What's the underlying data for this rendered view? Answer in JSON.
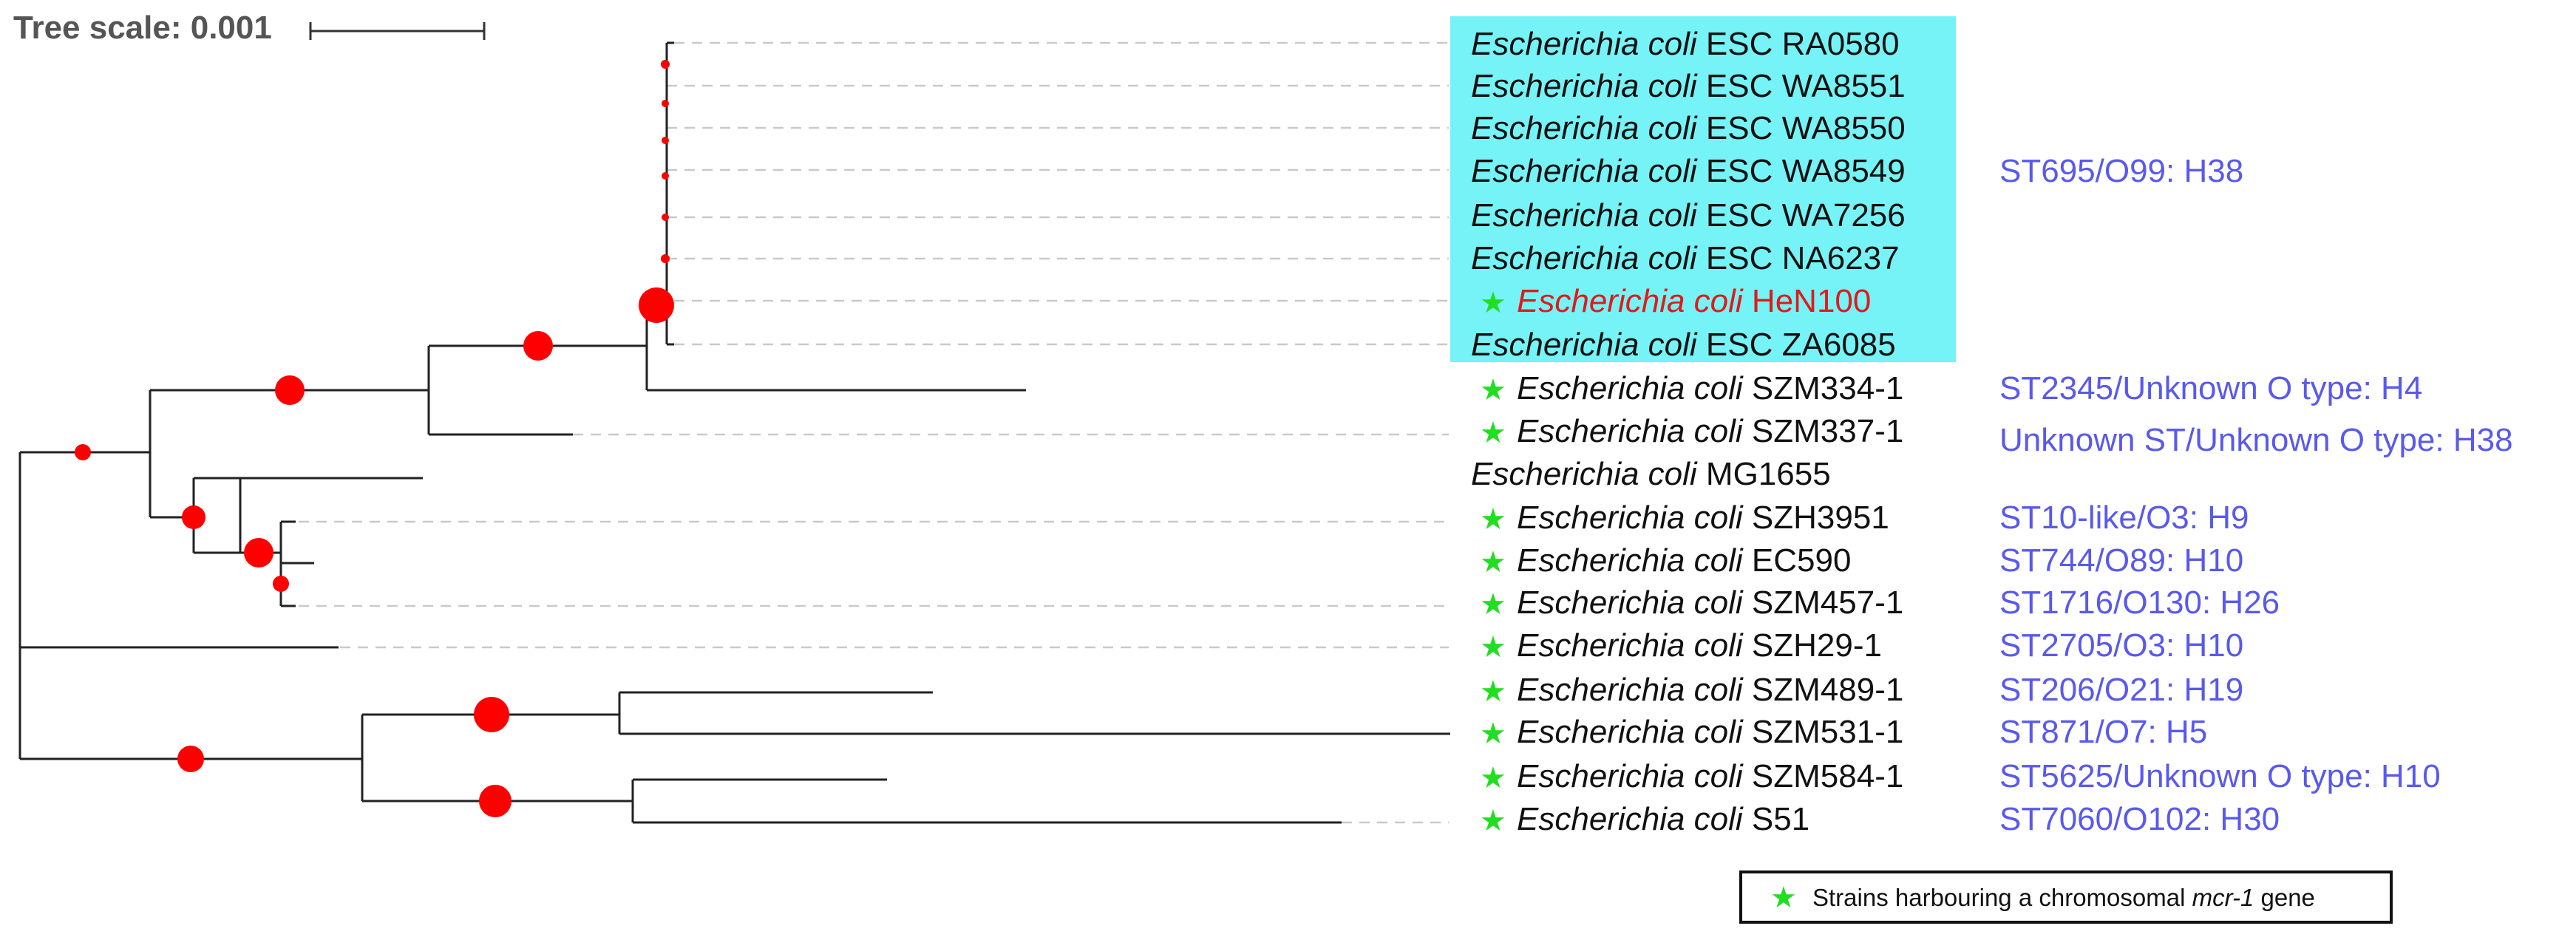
{
  "tree_scale": {
    "label": "Tree scale: 0.001"
  },
  "species": "Escherichia coli",
  "tips": [
    {
      "strain": "ESC RA0580",
      "star": false,
      "highlight": true,
      "red": false
    },
    {
      "strain": "ESC WA8551",
      "star": false,
      "highlight": true,
      "red": false
    },
    {
      "strain": "ESC WA8550",
      "star": false,
      "highlight": true,
      "red": false
    },
    {
      "strain": "ESC WA8549",
      "star": false,
      "highlight": true,
      "red": false
    },
    {
      "strain": "ESC WA7256",
      "star": false,
      "highlight": true,
      "red": false
    },
    {
      "strain": "ESC NA6237",
      "star": false,
      "highlight": true,
      "red": false
    },
    {
      "strain": "HeN100",
      "star": true,
      "highlight": true,
      "red": true
    },
    {
      "strain": "ESC ZA6085",
      "star": false,
      "highlight": true,
      "red": false
    },
    {
      "strain": "SZM334-1",
      "star": true,
      "highlight": false,
      "red": false
    },
    {
      "strain": "SZM337-1",
      "star": true,
      "highlight": false,
      "red": false
    },
    {
      "strain": "MG1655",
      "star": false,
      "highlight": false,
      "red": false
    },
    {
      "strain": "SZH3951",
      "star": true,
      "highlight": false,
      "red": false
    },
    {
      "strain": "EC590",
      "star": true,
      "highlight": false,
      "red": false
    },
    {
      "strain": "SZM457-1",
      "star": true,
      "highlight": false,
      "red": false
    },
    {
      "strain": "SZH29-1",
      "star": true,
      "highlight": false,
      "red": false
    },
    {
      "strain": "SZM489-1",
      "star": true,
      "highlight": false,
      "red": false
    },
    {
      "strain": "SZM531-1",
      "star": true,
      "highlight": false,
      "red": false
    },
    {
      "strain": "SZM584-1",
      "star": true,
      "highlight": false,
      "red": false
    },
    {
      "strain": "S51",
      "star": true,
      "highlight": false,
      "red": false
    }
  ],
  "st_labels": [
    "ST695/O99: H38",
    "ST2345/Unknown O type: H4",
    "Unknown ST/Unknown O type: H38",
    "ST10-like/O3: H9",
    "ST744/O89: H10",
    "ST1716/O130: H26",
    "ST2705/O3: H10",
    "ST206/O21: H19",
    "ST871/O7: H5",
    "ST5625/Unknown O type: H10",
    "ST7060/O102: H30"
  ],
  "legend": {
    "star_symbol": "★",
    "text_before": "Strains harbouring a chromosomal ",
    "text_italic": "mcr-1",
    "text_after": " gene"
  },
  "colors": {
    "highlight": "#76f3f6",
    "node": "#ff0000",
    "star": "#22dd22",
    "st_label": "#5959ee",
    "red_label": "#e01a1a"
  }
}
